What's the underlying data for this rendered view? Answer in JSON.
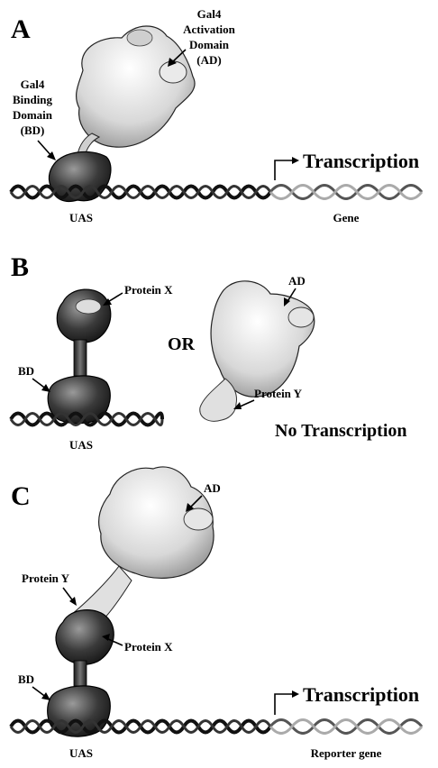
{
  "panels": {
    "a": {
      "letter": "A",
      "ad_label": [
        "Gal4",
        "Activation",
        "Domain",
        "(AD)"
      ],
      "bd_label": [
        "Gal4",
        "Binding",
        "Domain",
        "(BD)"
      ],
      "transcription": "Transcription",
      "uas": "UAS",
      "gene": "Gene"
    },
    "b": {
      "letter": "B",
      "protein_x": "Protein X",
      "bd": "BD",
      "or": "OR",
      "ad": "AD",
      "protein_y": "Protein Y",
      "no_transcription": "No Transcription",
      "uas": "UAS"
    },
    "c": {
      "letter": "C",
      "ad": "AD",
      "protein_y": "Protein Y",
      "protein_x": "Protein X",
      "bd": "BD",
      "transcription": "Transcription",
      "uas": "UAS",
      "reporter_gene": "Reporter gene"
    }
  }
}
